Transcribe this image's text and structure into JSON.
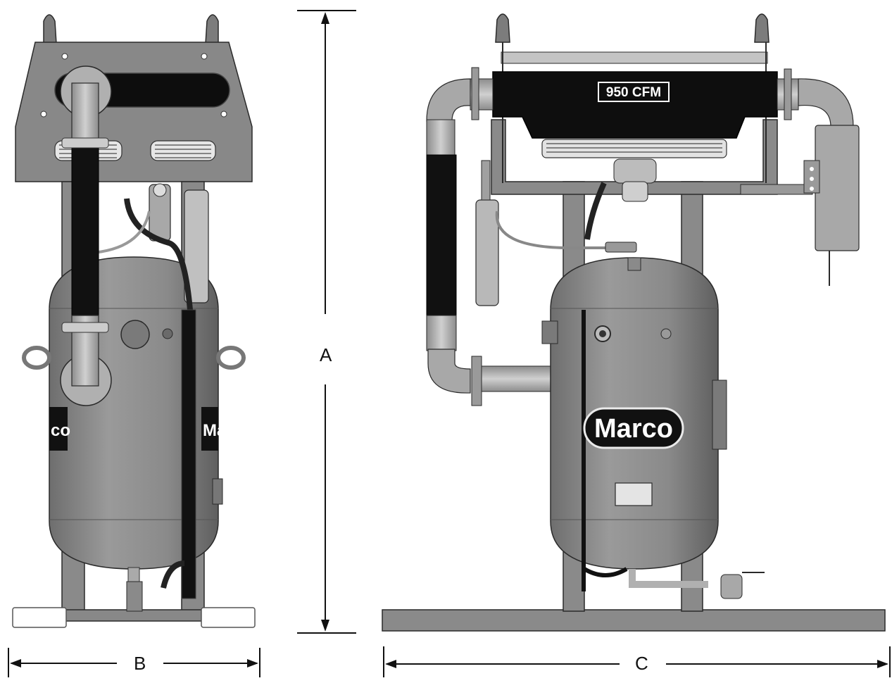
{
  "dimensions": {
    "height_label": "A",
    "front_width_label": "B",
    "side_width_label": "C"
  },
  "unit": {
    "capacity_label": "950 CFM",
    "brand_logo_text": "Marco"
  },
  "colors": {
    "body_gray": "#8a8a8a",
    "light_gray": "#b4b4b4",
    "dark_gray": "#5a5a5a",
    "hose_black": "#111111",
    "outline": "#2a2a2a",
    "background": "#ffffff"
  }
}
